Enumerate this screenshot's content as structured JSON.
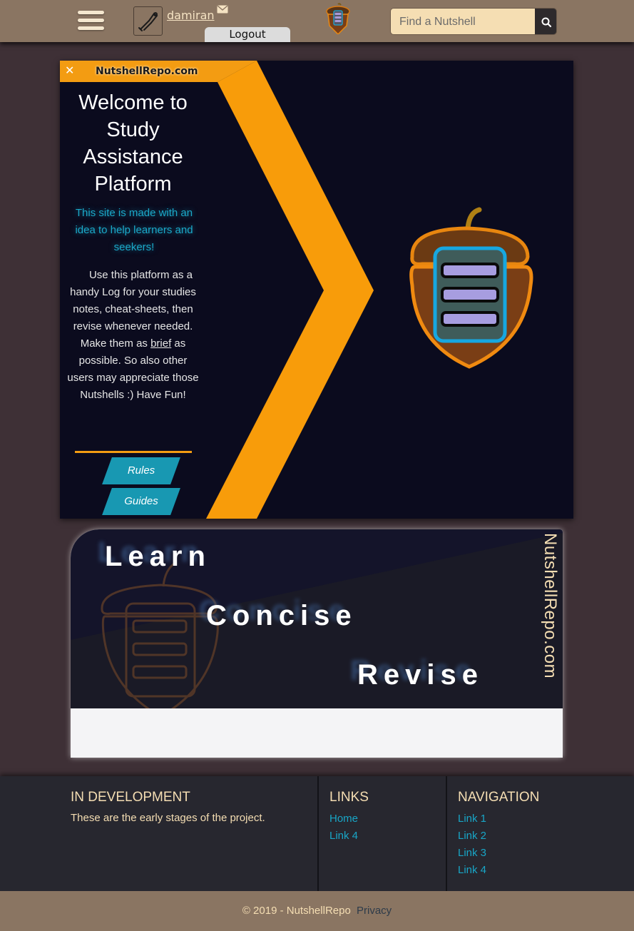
{
  "header": {
    "username": "damiran",
    "logout_label": "Logout",
    "search_placeholder": "Find a Nutshell",
    "icons": {
      "menu": "hamburger-menu-icon",
      "avatar": "tools-icon",
      "mail": "envelope-icon",
      "logo": "acorn-logo-icon",
      "search": "search-icon"
    }
  },
  "hero": {
    "brand_tag": "NutshellRepo.com",
    "close_symbol": "✕",
    "welcome_title": "Welcome to Study Assistance Platform",
    "idea_text": "This site is made with an idea to help learners and seekers!",
    "desc_before": "Use this platform as a handy Log for your studies notes, cheat-sheets, then revise whenever needed. Make them as ",
    "desc_brief": "brief",
    "desc_after": " as possible. So also other users may appreciate those Nutshells :) Have Fun!",
    "rules_label": "Rules",
    "guides_label": "Guides"
  },
  "banner": {
    "word_learn": "Learn",
    "word_concise": "Concise",
    "word_revise": "Revise",
    "vertical_brand": "NutshellRepo.com"
  },
  "footer": {
    "dev_title": "IN DEVELOPMENT",
    "dev_text": "These are the early stages of the project.",
    "links_title": "LINKS",
    "links": [
      "Home",
      "Link 4"
    ],
    "nav_title": "NAVIGATION",
    "nav_links": [
      "Link 1",
      "Link 2",
      "Link 3",
      "Link 4"
    ]
  },
  "copyright": {
    "text": "© 2019 - NutshellRepo",
    "privacy": "Privacy"
  },
  "colors": {
    "header_bg": "#8a7562",
    "page_bg": "#3e3036",
    "accent_orange": "#f39c12",
    "accent_teal": "#1898b2",
    "hero_bg": "#0b0b1e",
    "footer_bg": "#27272f"
  }
}
